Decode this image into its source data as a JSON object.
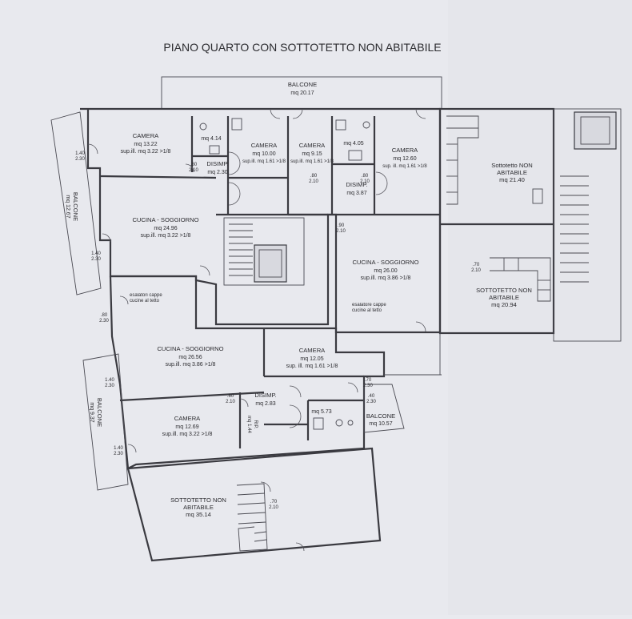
{
  "title": "PIANO QUARTO CON SOTTOTETTO NON ABITABILE",
  "rooms": [
    {
      "id": "balcone-top",
      "name": "BALCONE",
      "area": "mq 20.17",
      "extra": ""
    },
    {
      "id": "camera-1",
      "name": "CAMERA",
      "area": "mq 13.22",
      "extra": "sup.ill. mq 3.22 >1/8"
    },
    {
      "id": "bagno-1",
      "name": "",
      "area": "mq 4.14",
      "extra": ""
    },
    {
      "id": "disimp-1",
      "name": "DISIMP.",
      "area": "mq 2.30",
      "extra": ""
    },
    {
      "id": "camera-2",
      "name": "CAMERA",
      "area": "mq 10.00",
      "extra": "sup.ill. mq 1.61 >1/8"
    },
    {
      "id": "camera-3",
      "name": "CAMERA",
      "area": "mq 9.15",
      "extra": "sup.ill. mq 1.61 >1/8"
    },
    {
      "id": "bagno-2",
      "name": "",
      "area": "mq 4.05",
      "extra": ""
    },
    {
      "id": "camera-4",
      "name": "CAMERA",
      "area": "mq 12.60",
      "extra": "sup. ill. mq 1.61 >1/8"
    },
    {
      "id": "disimp-2",
      "name": "DISIMP.",
      "area": "mq 3.87",
      "extra": ""
    },
    {
      "id": "sottotetto-1",
      "name": "Sottotetto NON ABITABILE",
      "area": "mq 21.40",
      "extra": ""
    },
    {
      "id": "cucina-1",
      "name": "CUCINA - SOGGIORNO",
      "area": "mq 24.96",
      "extra": "sup.ill. mq 3.22 >1/8"
    },
    {
      "id": "cucina-2",
      "name": "CUCINA - SOGGIORNO",
      "area": "mq 26.00",
      "extra": "sup.ill. mq 3.86 >1/8"
    },
    {
      "id": "sottotetto-2",
      "name": "SOTTOTETTO NON ABITABILE",
      "area": "mq 20.94",
      "extra": ""
    },
    {
      "id": "balcone-left",
      "name": "BALCONE",
      "area": "mq 12.67",
      "extra": ""
    },
    {
      "id": "cucina-3",
      "name": "CUCINA - SOGGIORNO",
      "area": "mq 26.56",
      "extra": "sup.ill. mq 3.86 >1/8"
    },
    {
      "id": "camera-5",
      "name": "CAMERA",
      "area": "mq 12.05",
      "extra": "sup. ill. mq 1.61 >1/8"
    },
    {
      "id": "disimp-3",
      "name": "DISIMP.",
      "area": "mq 2.83",
      "extra": ""
    },
    {
      "id": "bagno-3",
      "name": "",
      "area": "mq 5.73",
      "extra": ""
    },
    {
      "id": "rip",
      "name": "RIP.",
      "area": "mq 1.44",
      "extra": ""
    },
    {
      "id": "camera-6",
      "name": "CAMERA",
      "area": "mq 12.69",
      "extra": "sup.ill. mq 3.22 >1/8"
    },
    {
      "id": "balcone-left-2",
      "name": "BALCONE",
      "area": "mq 9.37",
      "extra": ""
    },
    {
      "id": "balcone-right",
      "name": "BALCONE",
      "area": "mq 10.57",
      "extra": ""
    },
    {
      "id": "sottotetto-3",
      "name": "SOTTOTETTO NON ABITABILE",
      "area": "mq 35.14",
      "extra": ""
    }
  ],
  "notes": {
    "esalatori": "esalatori cappe cucine al tetto",
    "esalatore": "esalatore cappe cucine al tetto"
  },
  "dims": {
    "d140_230": [
      "1.40",
      "2.30"
    ],
    "d80_210": [
      ".80",
      "2.10"
    ],
    "d70_210": [
      ".70",
      "2.10"
    ],
    "d90_210": [
      ".90",
      "2.10"
    ],
    "d60_210": [
      ".60",
      "2.10"
    ],
    "d70_230": [
      ".70",
      "2.30"
    ],
    "d80_230": [
      ".80",
      "2.30"
    ],
    "d40_230": [
      ".40",
      "2.30"
    ]
  }
}
